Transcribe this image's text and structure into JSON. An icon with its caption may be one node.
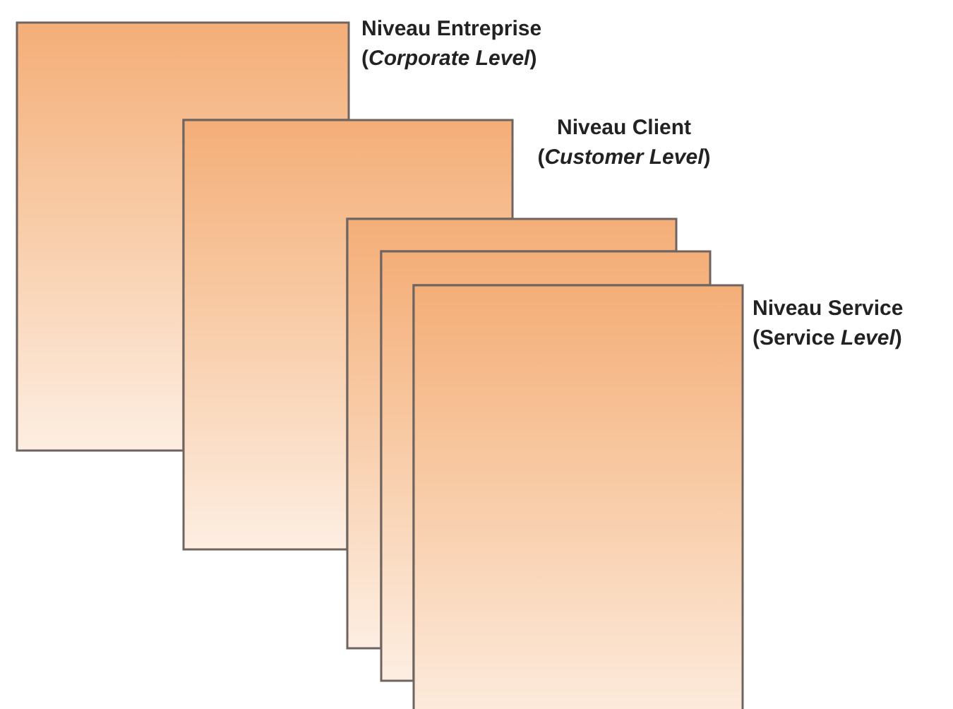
{
  "diagram": {
    "nodes": [
      {
        "text": [],
        "shape": "box",
        "beside": [
          "Niveau Entreprise (*Corporate Level*)"
        ]
      },
      {
        "text": [],
        "shape": "box",
        "beside": [
          "Niveau Client (*Customer Level*)"
        ]
      },
      {
        "text": [],
        "shape": "box"
      },
      {
        "text": [],
        "shape": "box"
      },
      {
        "text": [],
        "shape": "box",
        "beside": [
          "Niveau Service (Service *Level*)"
        ]
      }
    ]
  }
}
